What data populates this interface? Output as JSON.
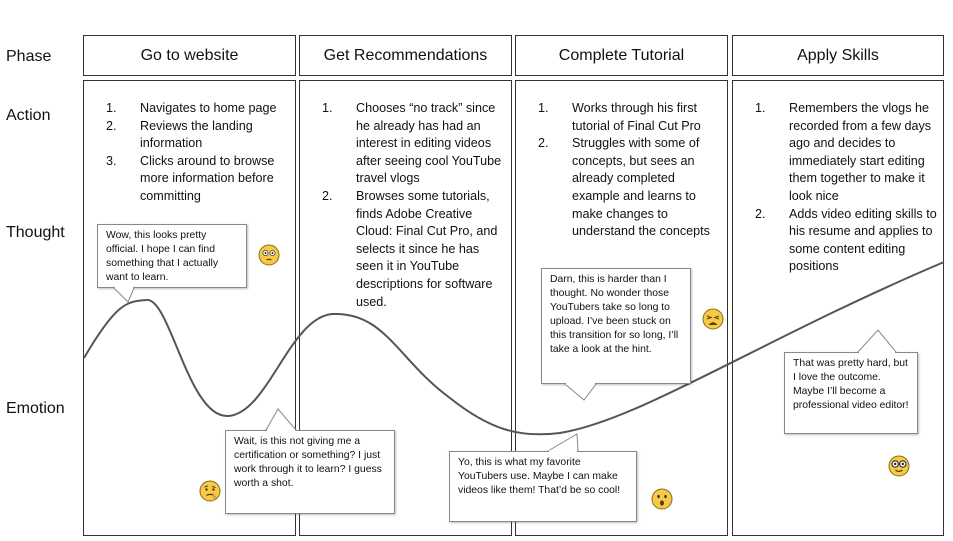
{
  "row_labels": {
    "phase": "Phase",
    "action": "Action",
    "thought": "Thought",
    "emotion": "Emotion"
  },
  "phases": [
    {
      "title": "Go to website",
      "actions": [
        {
          "num": "1.",
          "text": "Navigates to home page"
        },
        {
          "num": "2.",
          "text": "Reviews the landing information"
        },
        {
          "num": "3.",
          "text": "Clicks around to browse more information before committing"
        }
      ]
    },
    {
      "title": "Get Recommendations",
      "actions": [
        {
          "num": "1.",
          "text": "Chooses “no track” since he already has had an interest in editing videos after seeing cool YouTube travel vlogs"
        },
        {
          "num": "2.",
          "text": "Browses some tutorials, finds Adobe Creative Cloud: Final Cut Pro, and selects it since he has seen it in YouTube descriptions for software used."
        }
      ]
    },
    {
      "title": "Complete Tutorial",
      "actions": [
        {
          "num": "1.",
          "text": "Works through his first tutorial of Final Cut Pro"
        },
        {
          "num": "2.",
          "text": "Struggles with some of concepts, but sees an already completed example and learns to make changes to understand the concepts"
        }
      ]
    },
    {
      "title": "Apply Skills",
      "actions": [
        {
          "num": "1.",
          "text": "Remembers the vlogs he recorded from a few days ago and decides to immediately start editing them together to make it look nice"
        },
        {
          "num": "2.",
          "text": "Adds video editing skills to his resume and applies to some content editing positions"
        }
      ]
    }
  ],
  "thoughts": [
    {
      "text": "Wow, this looks pretty official. I hope I can find something that I actually want to learn.",
      "emotion_icon": "neutral-face-icon"
    },
    {
      "text": "Wait, is this not giving me a certification or something? I just work through it to learn? I guess worth a shot.",
      "emotion_icon": "confused-face-icon"
    },
    {
      "text": "Yo, this is what my favorite YouTubers use. Maybe I can make videos like them! That’d be so cool!",
      "emotion_icon": "surprised-face-icon"
    },
    {
      "text": "Darn, this is harder than I thought. No wonder those YouTubers take so long to upload. I’ve been stuck on this transition for so long, I’ll take a look at the hint.",
      "emotion_icon": "weary-face-icon"
    },
    {
      "text": "That was pretty hard, but I love the outcome. Maybe I’ll become a professional video editor!",
      "emotion_icon": "nerd-face-icon"
    }
  ],
  "colors": {
    "border": "#333333",
    "curve": "#555555",
    "emoji_fill": "#f7c948",
    "emoji_stroke": "#8a6a10"
  }
}
